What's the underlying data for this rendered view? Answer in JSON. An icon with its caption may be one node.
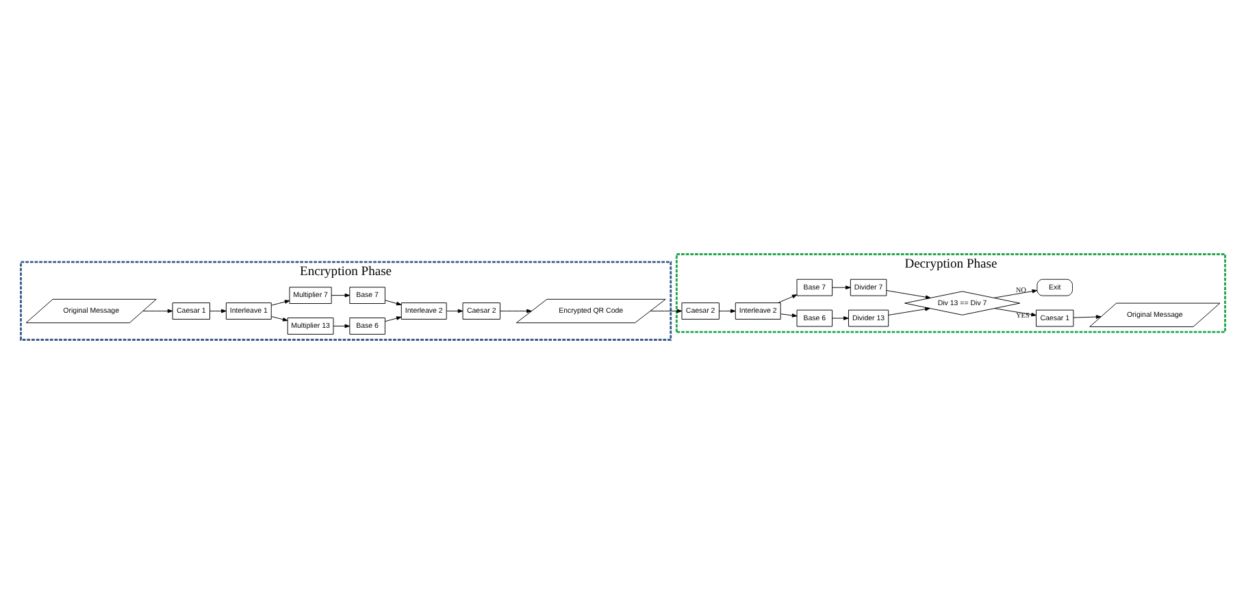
{
  "diagram": {
    "nodes": [
      {
        "text": [
          "Encryption Phase"
        ]
      },
      {
        "text": [
          "Original Message"
        ],
        "in": 0
      },
      {
        "text": [
          "Caesar 1"
        ],
        "in": 0
      },
      {
        "text": [
          "Interleave 1"
        ],
        "in": 0
      },
      {
        "text": [
          "Multiplier 13"
        ],
        "in": 0
      },
      {
        "text": [
          "Multiplier 7"
        ],
        "in": 0
      },
      {
        "text": [
          "Base 6"
        ],
        "in": 0
      },
      {
        "text": [
          "Base 7"
        ],
        "in": 0
      },
      {
        "text": [
          "Interleave 2"
        ],
        "in": 0
      },
      {
        "text": [
          "Caesar 2"
        ],
        "in": 0
      },
      {
        "text": [
          "Encrypted QR Code"
        ],
        "in": 0
      },
      {
        "text": [
          "Decryption Phase"
        ]
      },
      {
        "text": [
          "Caesar 2"
        ],
        "in": 11
      },
      {
        "text": [
          "Interleave 2"
        ],
        "in": 11
      },
      {
        "text": [
          "Base 6"
        ],
        "in": 11
      },
      {
        "text": [
          "Base 7"
        ],
        "in": 11
      },
      {
        "text": [
          "Divider 13"
        ],
        "in": 11
      },
      {
        "text": [
          "Divider 7"
        ],
        "in": 11
      },
      {
        "text": [
          "Div 13 == Div 7"
        ],
        "in": 11
      },
      {
        "text": [
          "Caesar 1"
        ],
        "in": 11
      },
      {
        "text": [
          "Original Message"
        ],
        "in": 11
      },
      {
        "text": [
          "Exit"
        ],
        "in": 11
      }
    ],
    "edges": [
      {
        "from": 1,
        "to": 2,
        "arrow": "to"
      },
      {
        "from": 2,
        "to": 3,
        "arrow": "to"
      },
      {
        "from": 3,
        "to": 4,
        "arrow": "to"
      },
      {
        "from": 3,
        "to": 5,
        "arrow": "to"
      },
      {
        "from": 4,
        "to": 6,
        "arrow": "to"
      },
      {
        "from": 5,
        "to": 7,
        "arrow": "to"
      },
      {
        "from": 6,
        "to": 8,
        "arrow": "to"
      },
      {
        "from": 7,
        "to": 8,
        "arrow": "to"
      },
      {
        "from": 8,
        "to": 9,
        "arrow": "to"
      },
      {
        "from": 9,
        "to": 10,
        "arrow": "to"
      },
      {
        "from": 10,
        "to": 12,
        "arrow": "to"
      },
      {
        "from": 12,
        "to": 13,
        "arrow": "to"
      },
      {
        "from": 13,
        "to": 14,
        "arrow": "to"
      },
      {
        "from": 13,
        "to": 15,
        "arrow": "to"
      },
      {
        "from": 14,
        "to": 16,
        "arrow": "to"
      },
      {
        "from": 15,
        "to": 17,
        "arrow": "to"
      },
      {
        "from": 16,
        "to": 18,
        "arrow": "to"
      },
      {
        "from": 17,
        "to": 18,
        "arrow": "to"
      },
      {
        "from": 18,
        "to": 19,
        "arrow": "to",
        "label": "YES"
      },
      {
        "from": 19,
        "to": 20,
        "arrow": "to"
      },
      {
        "from": 18,
        "to": 21,
        "arrow": "to",
        "label": "NO"
      }
    ]
  }
}
